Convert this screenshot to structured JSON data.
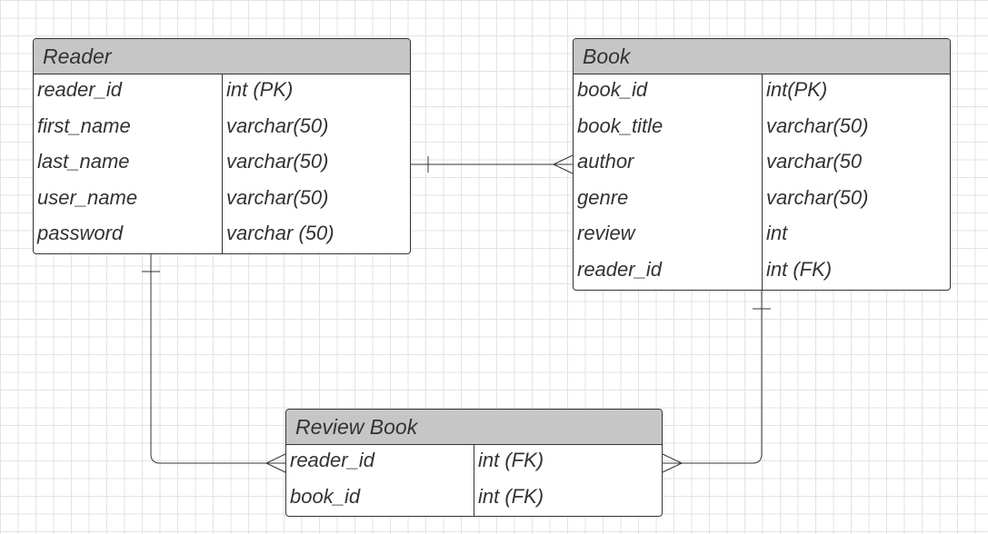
{
  "diagram": {
    "entities": [
      {
        "id": "reader",
        "title": "Reader",
        "rows": [
          {
            "field": "reader_id",
            "type": "int (PK)"
          },
          {
            "field": "first_name",
            "type": "varchar(50)"
          },
          {
            "field": "last_name",
            "type": "varchar(50)"
          },
          {
            "field": "user_name",
            "type": "varchar(50)"
          },
          {
            "field": "password",
            "type": "varchar (50)"
          }
        ]
      },
      {
        "id": "book",
        "title": "Book",
        "rows": [
          {
            "field": "book_id",
            "type": "int(PK)"
          },
          {
            "field": "book_title",
            "type": "varchar(50)"
          },
          {
            "field": "author",
            "type": "varchar(50"
          },
          {
            "field": "genre",
            "type": "varchar(50)"
          },
          {
            "field": "review",
            "type": "int"
          },
          {
            "field": "reader_id",
            "type": "int (FK)"
          }
        ]
      },
      {
        "id": "review-book",
        "title": "Review Book",
        "rows": [
          {
            "field": "reader_id",
            "type": "int (FK)"
          },
          {
            "field": "book_id",
            "type": "int (FK)"
          }
        ]
      }
    ],
    "relationships": [
      {
        "from": "reader",
        "to": "book",
        "from_cardinality": "one",
        "to_cardinality": "many"
      },
      {
        "from": "reader",
        "to": "review-book",
        "from_cardinality": "one",
        "to_cardinality": "many"
      },
      {
        "from": "book",
        "to": "review-book",
        "from_cardinality": "one",
        "to_cardinality": "many"
      }
    ],
    "colors": {
      "header_fill": "#c6c6c6",
      "border": "#333333",
      "text": "#333333",
      "grid": "#e3e3e3"
    }
  }
}
